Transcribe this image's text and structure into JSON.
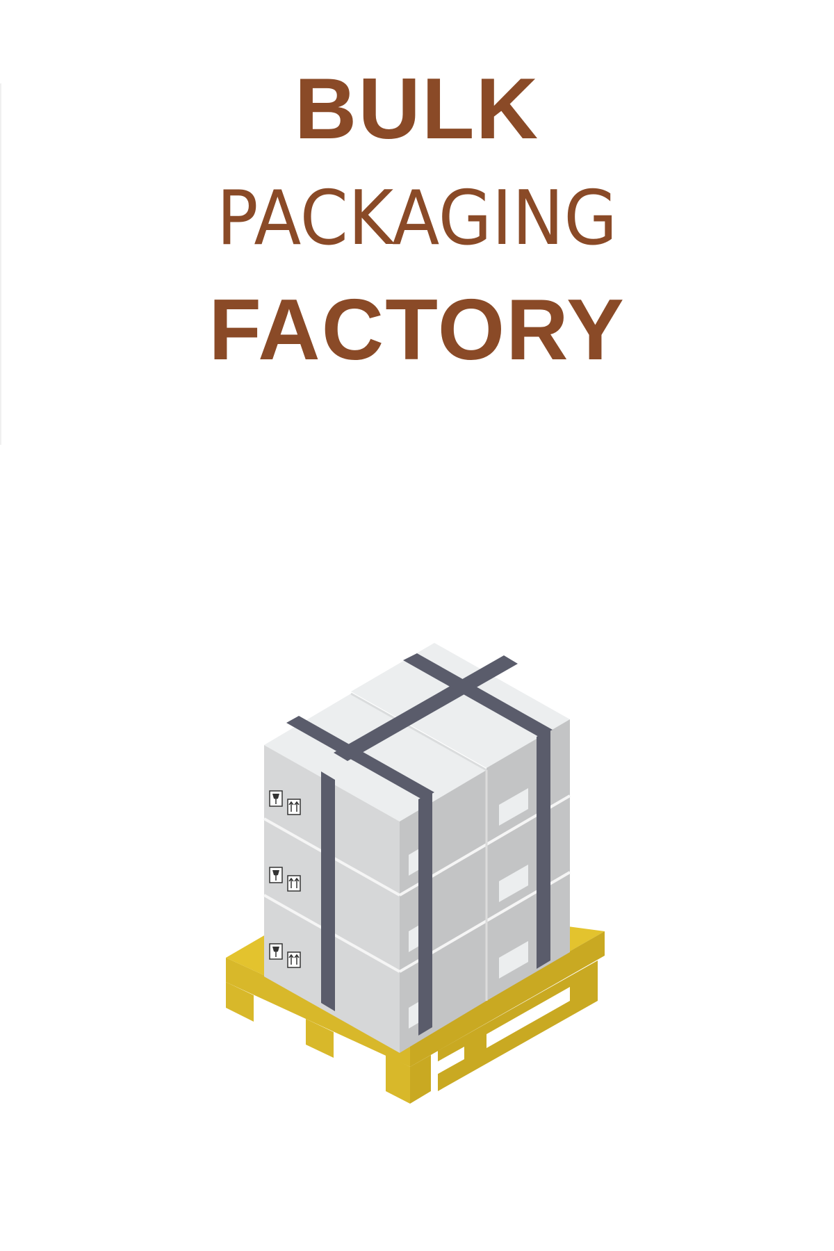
{
  "poster": {
    "title_line_1": "BULK",
    "title_line_2": "PACKAGING",
    "title_line_3": "FACTORY"
  },
  "colors": {
    "title": "#8a4a27",
    "pallet": "#e3c32e",
    "pallet_shadow": "#c9a922",
    "box_top": "#eceeef",
    "box_left": "#d6d7d8",
    "box_right": "#c3c4c5",
    "strap": "#5a5c6b"
  },
  "icons": {
    "fragile": "fragile-glass-icon",
    "this_side_up": "this-side-up-arrows-icon"
  }
}
